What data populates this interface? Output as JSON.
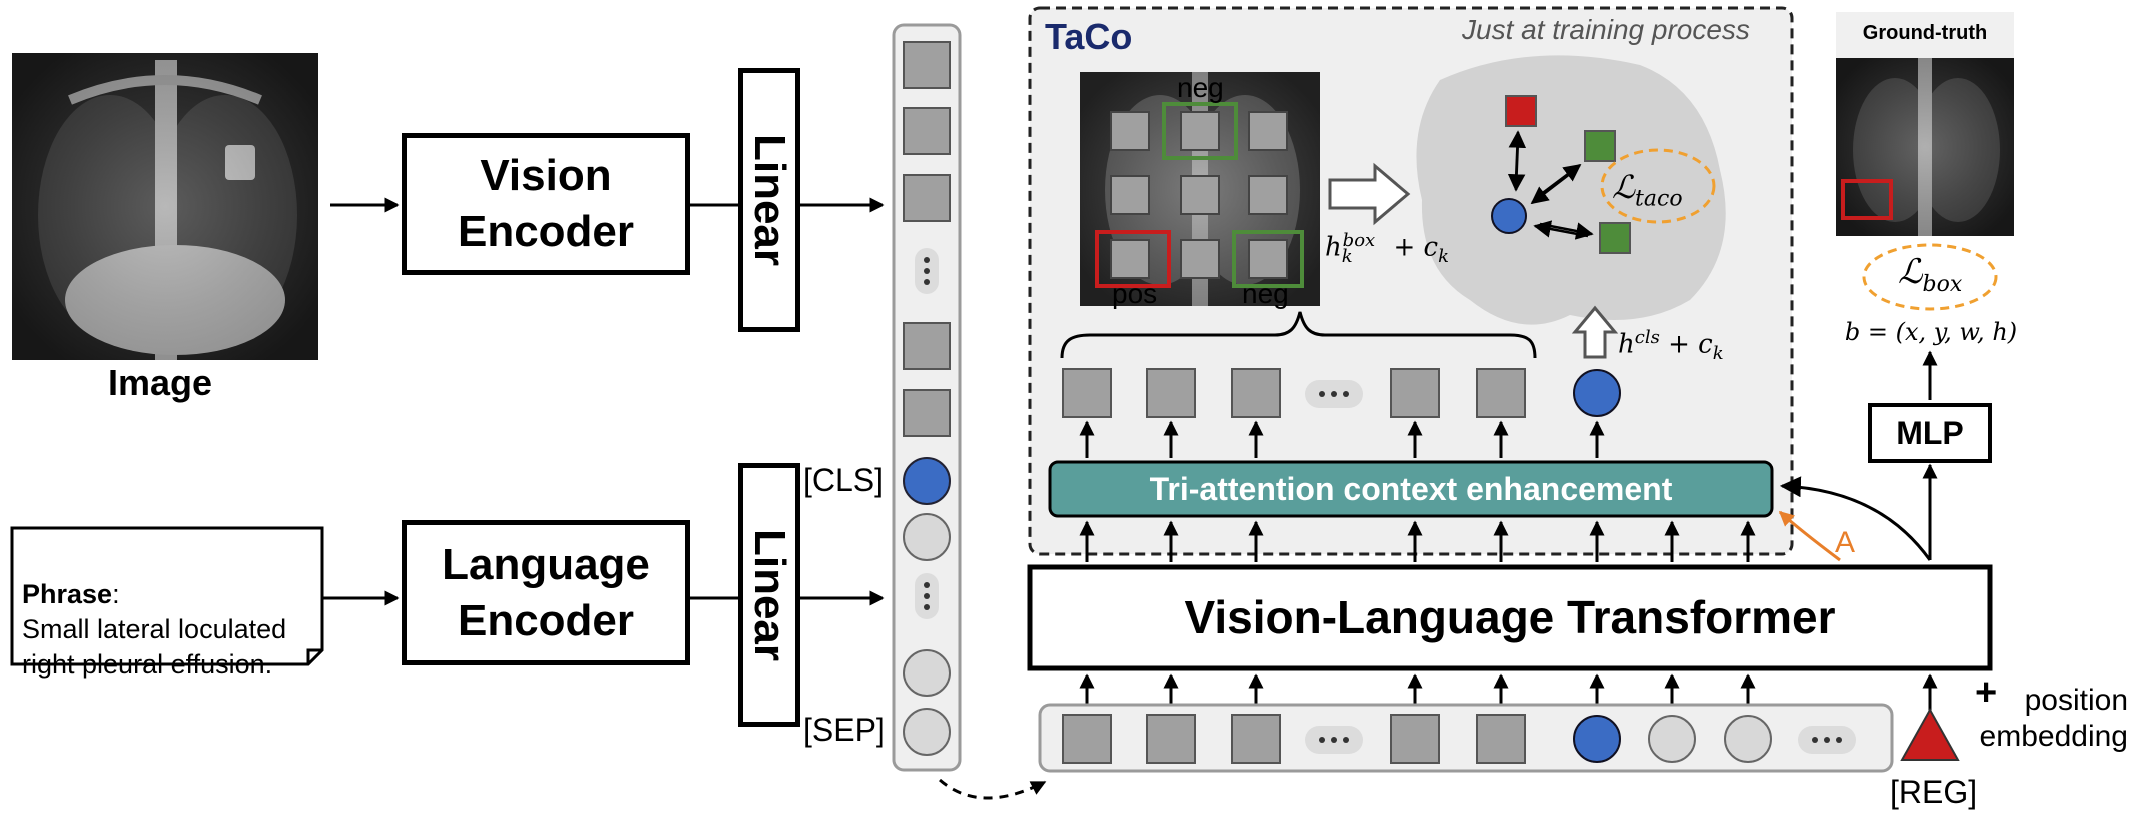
{
  "image_label": "Image",
  "vision_encoder": "Vision\nEncoder",
  "language_encoder": "Language\nEncoder",
  "linear_label": "Linear",
  "phrase": {
    "title": "Phrase",
    "text": "Small lateral loculated\nright pleural effusion."
  },
  "tokens": {
    "cls": "[CLS]",
    "sep": "[SEP]",
    "reg": "[REG]"
  },
  "taco": {
    "title": "TaCo",
    "note": "Just at training process",
    "neg_label": "neg",
    "pos_label": "pos",
    "h_box": "h_k^box + c_k",
    "h_cls": "h^cls + c_k",
    "loss": "ℒ_taco"
  },
  "tri_attention": "Tri-attention context enhancement",
  "vlt": "Vision-Language Transformer",
  "mlp": "MLP",
  "ground_truth": "Ground-truth",
  "loss_box": "ℒ_box",
  "bbox_formula": "b = (x, y, w, h)",
  "position_embedding": {
    "plus": "+",
    "text": "position\nembedding"
  },
  "attention_label": "A",
  "colors": {
    "teal": "#5a9e9b",
    "blue": "#3b6cc4",
    "red": "#c81d1d",
    "green": "#4e8c3a",
    "gray": "#a0a0a0",
    "orange": "#f0a030",
    "navy": "#1a2a6c"
  }
}
